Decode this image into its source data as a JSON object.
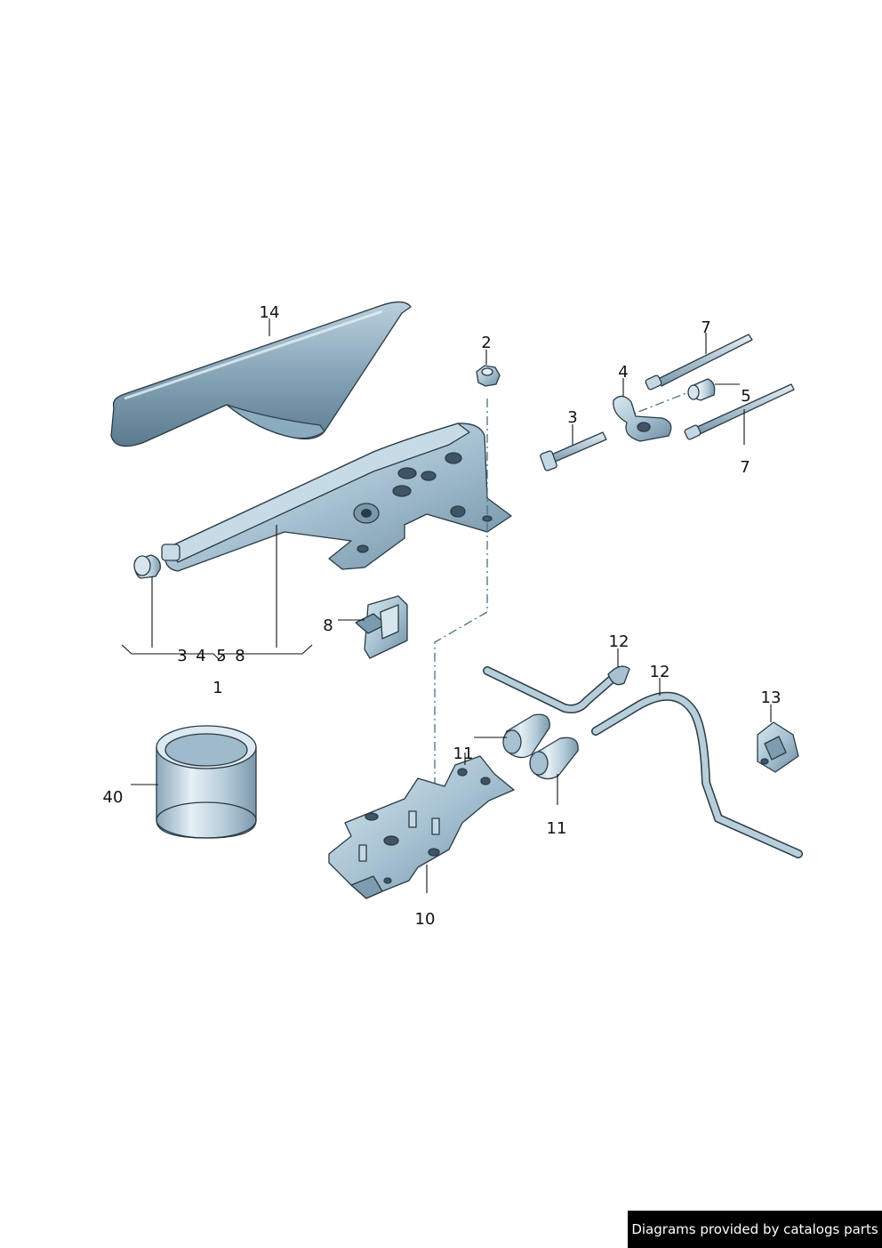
{
  "callouts": {
    "c1": "1",
    "c2": "2",
    "c3": "3",
    "c4": "4",
    "c5": "5",
    "c7a": "7",
    "c7b": "7",
    "c8": "8",
    "c10": "10",
    "c11a": "11",
    "c11b": "11",
    "c12a": "12",
    "c12b": "12",
    "c13": "13",
    "c14": "14",
    "c40": "40",
    "kit_3": "3",
    "kit_4": "4",
    "kit_5": "5",
    "kit_8": "8"
  },
  "footer": {
    "text": "Diagrams provided by catalogs parts"
  },
  "colors": {
    "part_fill": "#a9c4d4",
    "part_dark": "#6f8fa3",
    "part_light": "#d4e4ec",
    "outline": "#2b3a45",
    "footer_bg": "#000000"
  }
}
